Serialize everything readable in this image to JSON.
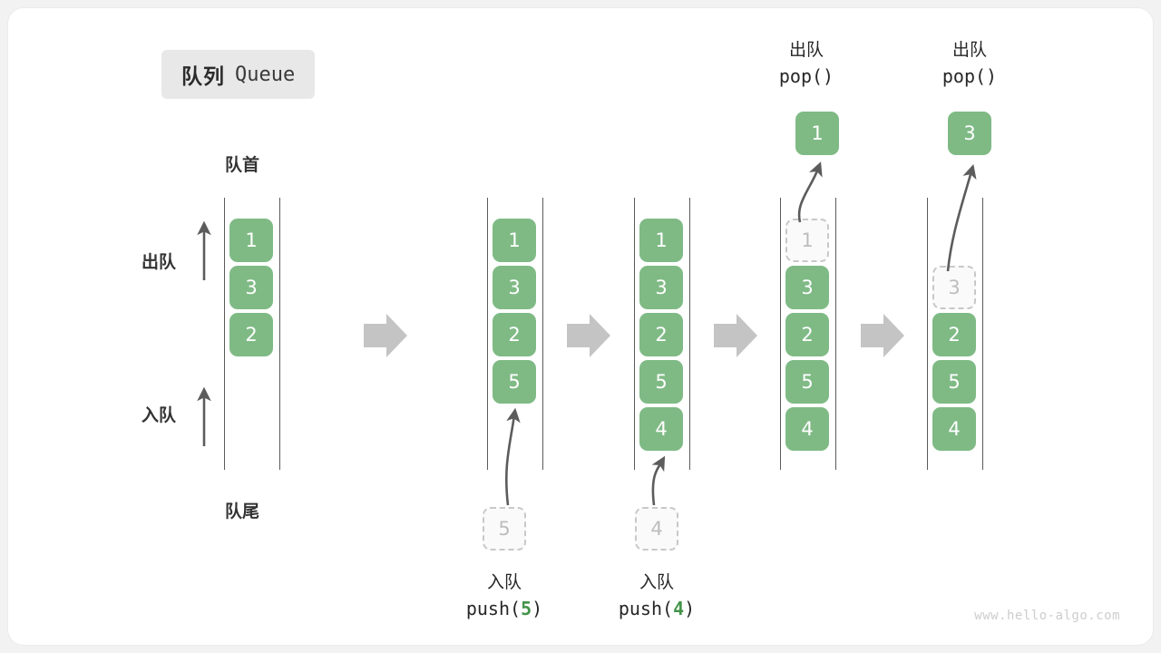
{
  "title": {
    "cn": "队列",
    "en": "Queue"
  },
  "watermark": "www.hello-algo.com",
  "anatomy": {
    "head_label": "队首",
    "tail_label": "队尾",
    "dequeue_label": "出队",
    "enqueue_label": "入队"
  },
  "colors": {
    "element_fill": "#7fba85",
    "ghost_fill": "#fafafa",
    "ghost_border": "#c8c8c8",
    "rail": "#5a5a5a",
    "arrow": "#5c5c5c",
    "step_arrow": "#c4c4c4",
    "accent_text": "#44944a",
    "card_bg": "#ffffff",
    "page_bg": "#f2f2f2",
    "badge_bg": "#e8e8e8"
  },
  "steps": [
    {
      "name": "initial",
      "items": [
        "1",
        "3",
        "2"
      ]
    },
    {
      "name": "push-5",
      "items": [
        "1",
        "3",
        "2",
        "5"
      ],
      "ghost_value": "5",
      "caption_cn": "入队",
      "caption_code_prefix": "push(",
      "caption_code_num": "5",
      "caption_code_suffix": ")"
    },
    {
      "name": "push-4",
      "items": [
        "1",
        "3",
        "2",
        "5",
        "4"
      ],
      "ghost_value": "4",
      "caption_cn": "入队",
      "caption_code_prefix": "push(",
      "caption_code_num": "4",
      "caption_code_suffix": ")"
    },
    {
      "name": "pop-1",
      "items": [
        "3",
        "2",
        "5",
        "4"
      ],
      "ghost_value": "1",
      "popped_value": "1",
      "caption_cn": "出队",
      "caption_code": "pop()"
    },
    {
      "name": "pop-3",
      "items": [
        "2",
        "5",
        "4"
      ],
      "ghost_value": "3",
      "popped_value": "3",
      "caption_cn": "出队",
      "caption_code": "pop()"
    }
  ]
}
